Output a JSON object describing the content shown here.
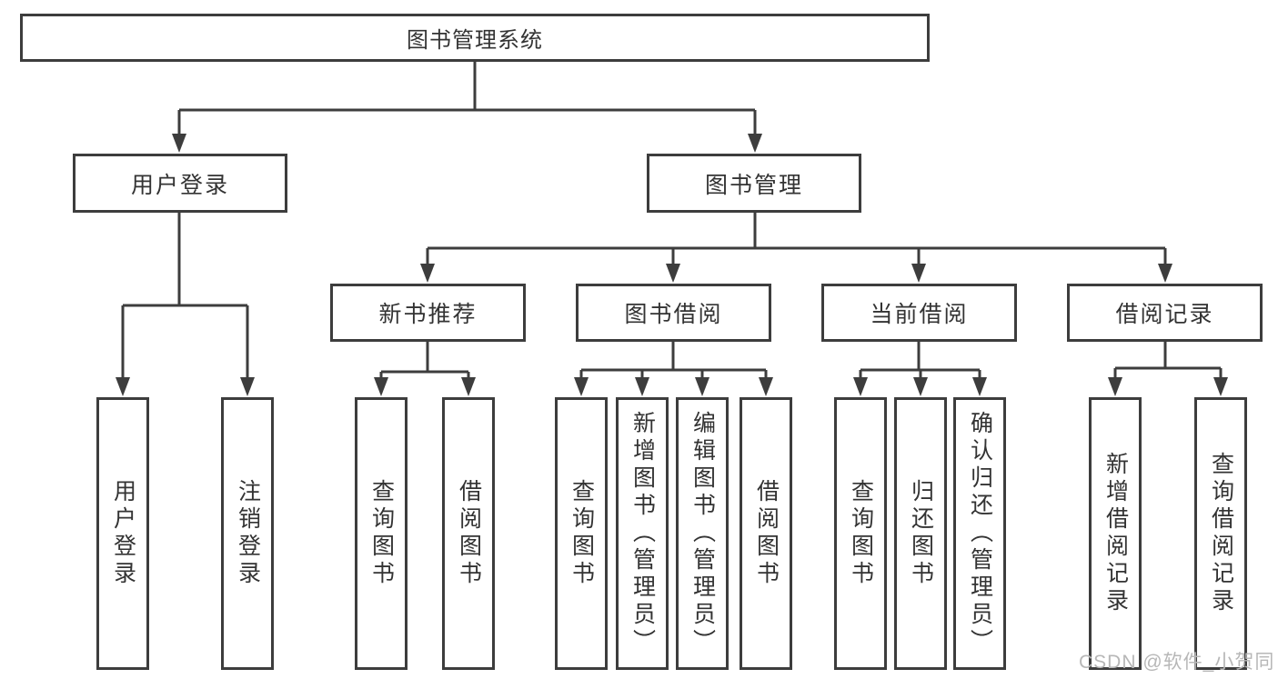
{
  "diagram": {
    "root": {
      "label": "图书管理系统"
    },
    "branches": [
      {
        "label": "用户登录",
        "children": [
          {
            "label": "用户登录"
          },
          {
            "label": "注销登录"
          }
        ]
      },
      {
        "label": "图书管理",
        "children": [
          {
            "label": "新书推荐",
            "children": [
              {
                "label": "查询图书"
              },
              {
                "label": "借阅图书"
              }
            ]
          },
          {
            "label": "图书借阅",
            "children": [
              {
                "label": "查询图书"
              },
              {
                "label": "新增图书（管理员）"
              },
              {
                "label": "编辑图书（管理员）"
              },
              {
                "label": "借阅图书"
              }
            ]
          },
          {
            "label": "当前借阅",
            "children": [
              {
                "label": "查询图书"
              },
              {
                "label": "归还图书"
              },
              {
                "label": "确认归还（管理员）"
              }
            ]
          },
          {
            "label": "借阅记录",
            "children": [
              {
                "label": "新增借阅记录"
              },
              {
                "label": "查询借阅记录"
              }
            ]
          }
        ]
      }
    ]
  },
  "watermark": {
    "text": "CSDN @软件_小贺同学"
  },
  "colors": {
    "line": "#3d3d3d",
    "text": "#333333",
    "watermark": "#b7b7b7",
    "background": "#ffffff"
  }
}
